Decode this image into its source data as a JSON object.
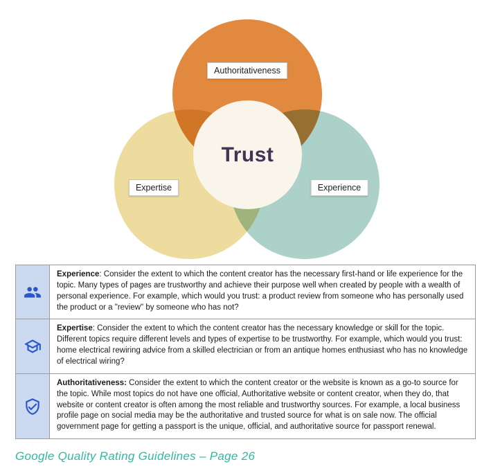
{
  "venn": {
    "center_label": "Trust",
    "center_label_color": "#3E3456",
    "center_color": "#FAF5EB",
    "circles": [
      {
        "label": "Authoritativeness",
        "color": "#E1893E"
      },
      {
        "label": "Expertise",
        "color": "#EDDC9E"
      },
      {
        "label": "Experience",
        "color": "#ABD1C8"
      }
    ]
  },
  "table": {
    "icon_color": "#2A57C9",
    "icon_column_bg": "#CBD9F1",
    "rows": [
      {
        "icon": "people-icon",
        "term": "Experience",
        "text": ": Consider the extent to which the content creator has the necessary first-hand or life experience for the topic.  Many types of pages are trustworthy and achieve their purpose well when created by people with a wealth of personal experience.  For example, which would you trust: a product review from someone who has personally used the product or a \"review\" by someone who has not?"
      },
      {
        "icon": "graduation-cap-icon",
        "term": "Expertise",
        "text": ": Consider the extent to which the content creator has the necessary knowledge or skill for the topic. Different topics require different levels and types of expertise to be trustworthy.  For example, which would you trust: home electrical rewiring advice from a skilled electrician or from an antique homes enthusiast who has no knowledge of electrical wiring?"
      },
      {
        "icon": "shield-check-icon",
        "term": "Authoritativeness:",
        "text": " Consider the extent to which the content creator or the website is known as a go-to source for the topic.  While most topics do not have one official, Authoritative website or content creator, when they do, that website or content creator is often among the most reliable and trustworthy sources.  For example, a local business profile page on social media may be the authoritative and trusted source for what is on sale now.  The official government page for getting a passport is the unique, official, and authoritative source for passport renewal."
      }
    ]
  },
  "caption": {
    "text": "Google Quality Rating Guidelines – Page 26",
    "color": "#2FB9A4"
  }
}
